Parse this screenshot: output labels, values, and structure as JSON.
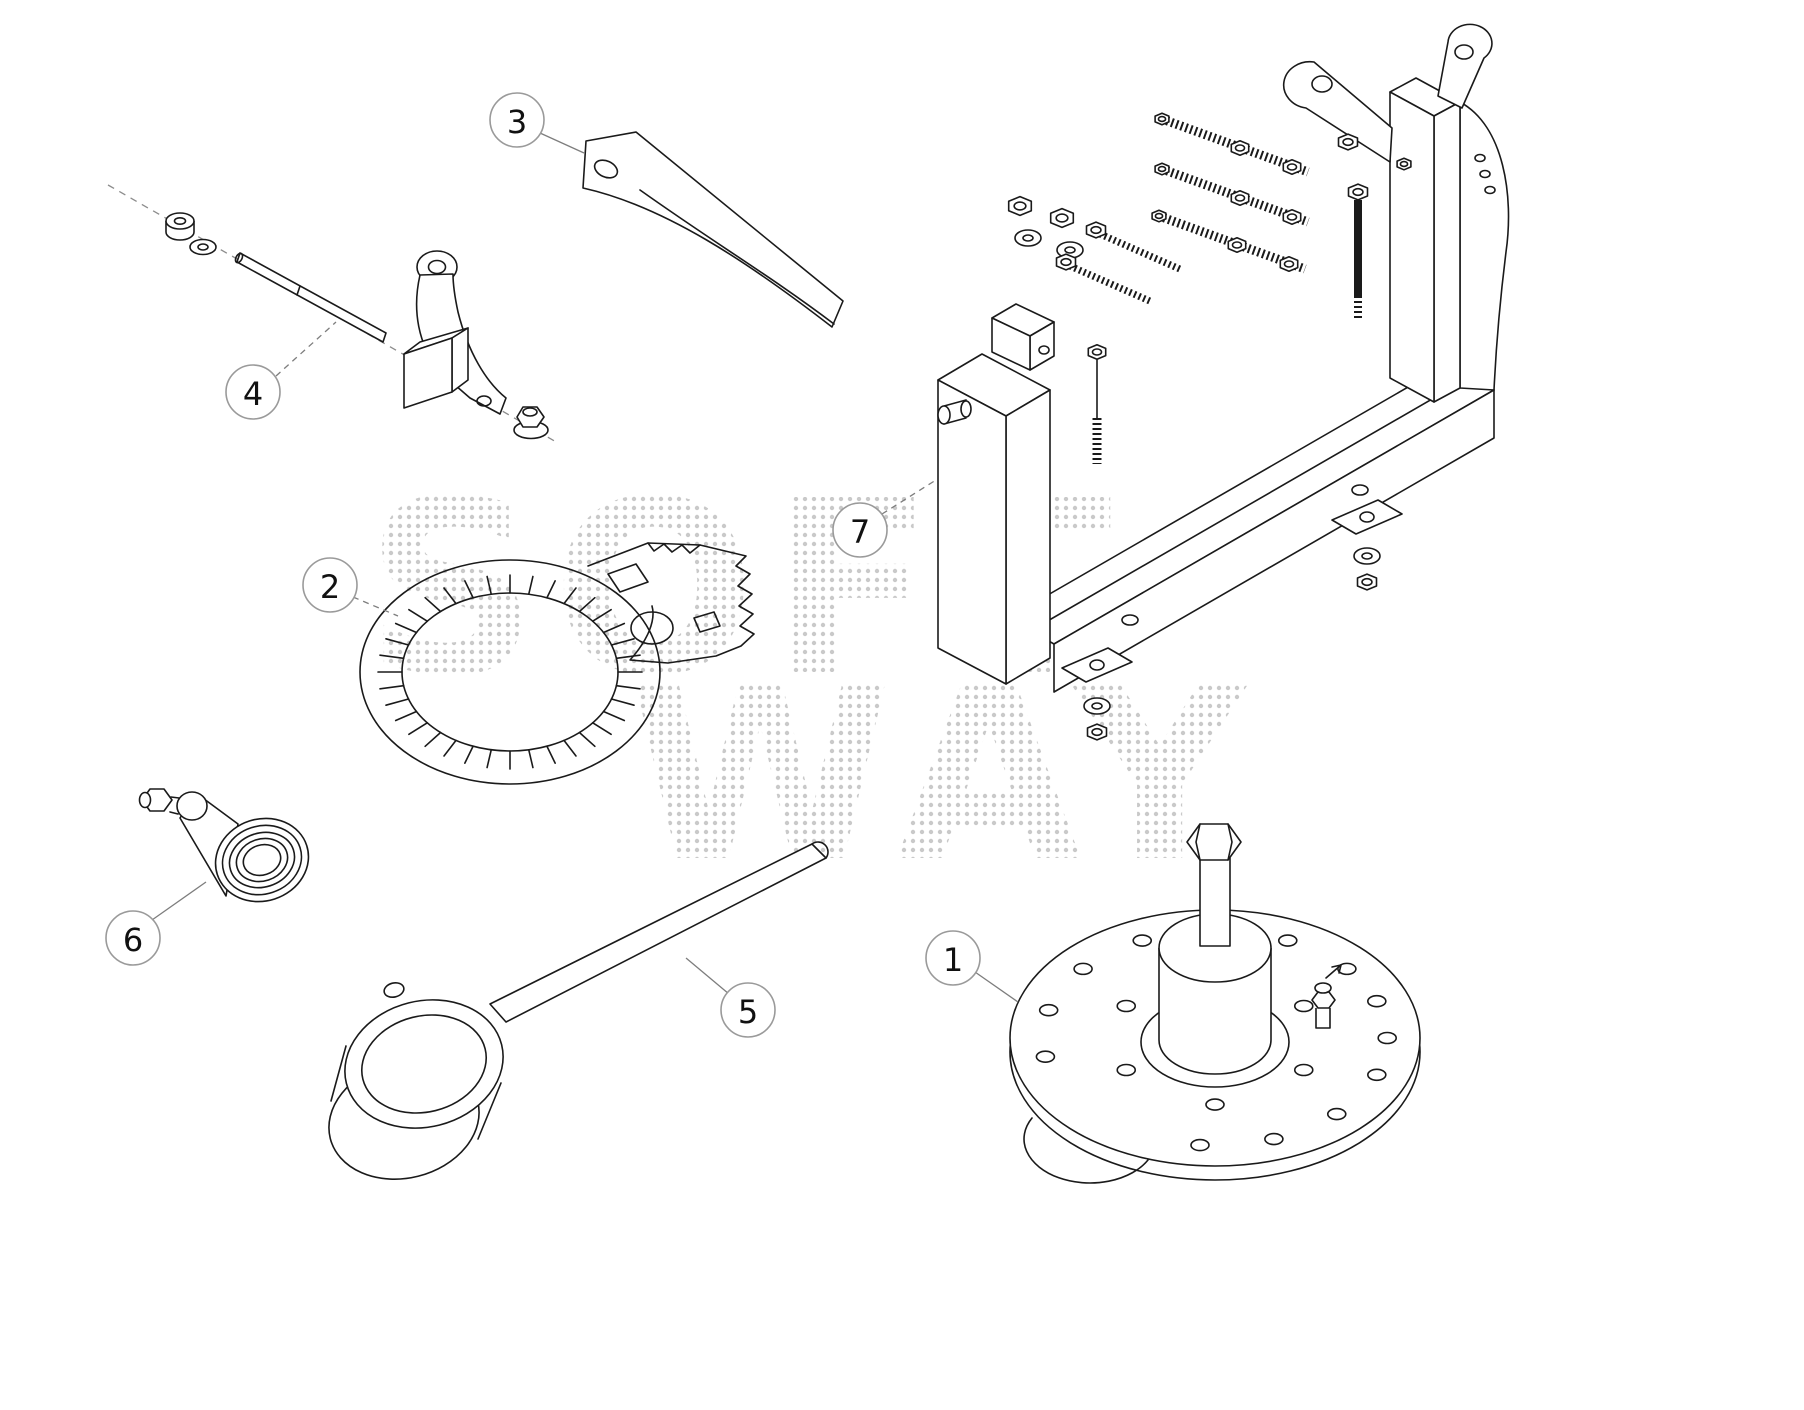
{
  "watermark": {
    "line1": "SOFT",
    "line2": "WAY",
    "dot_color": "#c9c9c9"
  },
  "diagram": {
    "line_color": "#1a1a1a",
    "callout_border_color": "#9a9a9a",
    "background_color": "#ffffff"
  },
  "callouts": [
    {
      "label": "1",
      "part": "puller-plate-assembly"
    },
    {
      "label": "2",
      "part": "toothed-ring-wrench"
    },
    {
      "label": "3",
      "part": "flat-blade-tool"
    },
    {
      "label": "4",
      "part": "lever-arm-assembly"
    },
    {
      "label": "5",
      "part": "cup-wrench"
    },
    {
      "label": "6",
      "part": "adapter-fitting"
    },
    {
      "label": "7",
      "part": "support-frame-assembly"
    }
  ]
}
